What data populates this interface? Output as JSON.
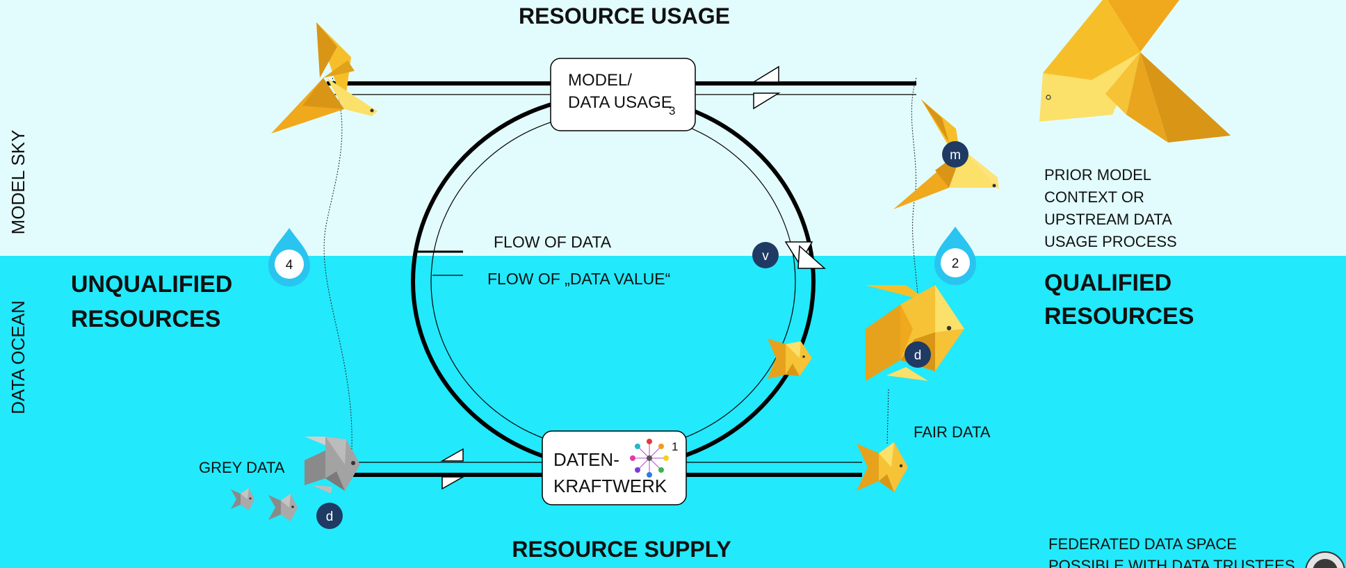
{
  "labels": {
    "resource_usage": "RESOURCE USAGE",
    "resource_supply": "RESOURCE SUPPLY",
    "model_sky": "MODEL SKY",
    "data_ocean": "DATA OCEAN",
    "unqualified_1": "UNQUALIFIED",
    "unqualified_2": "RESOURCES",
    "qualified_1": "QUALIFIED",
    "qualified_2": "RESOURCES",
    "prior_1": "PRIOR MODEL",
    "prior_2": "CONTEXT OR",
    "prior_3": "UPSTREAM DATA",
    "prior_4": "USAGE PROCESS",
    "flow_data": "FLOW OF DATA",
    "flow_value": "FLOW OF „DATA VALUE“",
    "grey_data": "GREY DATA",
    "fair_data": "FAIR DATA",
    "federated_1": "FEDERATED DATA SPACE",
    "federated_2": "POSSIBLE WITH DATA TRUSTEES"
  },
  "boxes": {
    "model_usage_1": "MODEL/",
    "model_usage_2": "DATA USAGE",
    "model_usage_num": "3",
    "kraftwerk_1": "DATEN-",
    "kraftwerk_2": "KRAFTWERK",
    "kraftwerk_num": "1"
  },
  "markers": {
    "drop_left": "4",
    "drop_right": "2",
    "badge_m": "m",
    "badge_v": "v",
    "badge_d_fish": "d",
    "badge_d_grey": "d"
  },
  "colors": {
    "sky": "#e2fcfd",
    "ocean": "#22e9fb",
    "origami_gold": "#f6bf2a",
    "origami_dark": "#d99516",
    "grey_fish": "#9a9a9a",
    "badge": "#1f3a63"
  }
}
